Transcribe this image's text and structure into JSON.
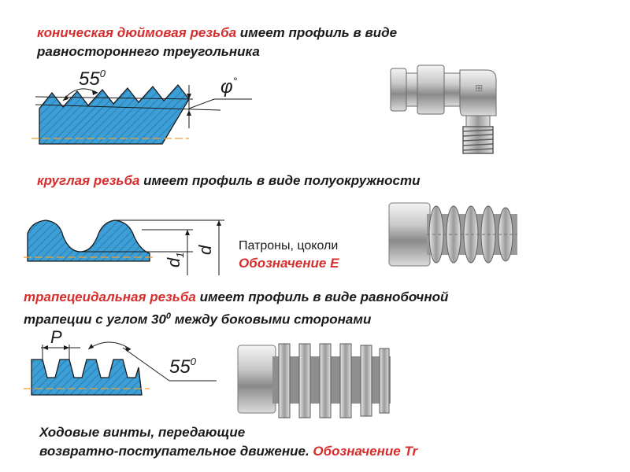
{
  "section1": {
    "highlight": "коническая дюймовая резьба",
    "rest": " имеет профиль в виде",
    "line2": "равностороннего треугольника",
    "angle_label": "55",
    "angle_sup": "0",
    "phi_label": "φ",
    "phi_sup": "°",
    "image": "pipe-elbow-fitting"
  },
  "section2": {
    "highlight": "круглая резьба",
    "rest": " имеет профиль в виде полуокружности",
    "d_label": "d",
    "d1_label": "d",
    "d1_sub": "1",
    "usage": "Патроны, цоколи",
    "designation": "Обозначение Е",
    "image": "round-thread-screw"
  },
  "section3": {
    "highlight": "трапецеидальная резьба",
    "rest": " имеет профиль в виде равнобочной",
    "line2_pre": "трапеции с углом 30",
    "line2_sup": "0",
    "line2_post": " между боковыми сторонами",
    "p_label": "P",
    "angle_label": "55",
    "angle_sup": "0",
    "image": "trapezoidal-thread-screw"
  },
  "footer": {
    "line1": "Ходовые винты, передающие",
    "line2": "возвратно-поступательное движение. ",
    "designation": "Обозначение Tr"
  },
  "colors": {
    "accent": "#d62d2d",
    "profile_fill": "#3d9fd6",
    "axis_line": "#f0a030"
  }
}
